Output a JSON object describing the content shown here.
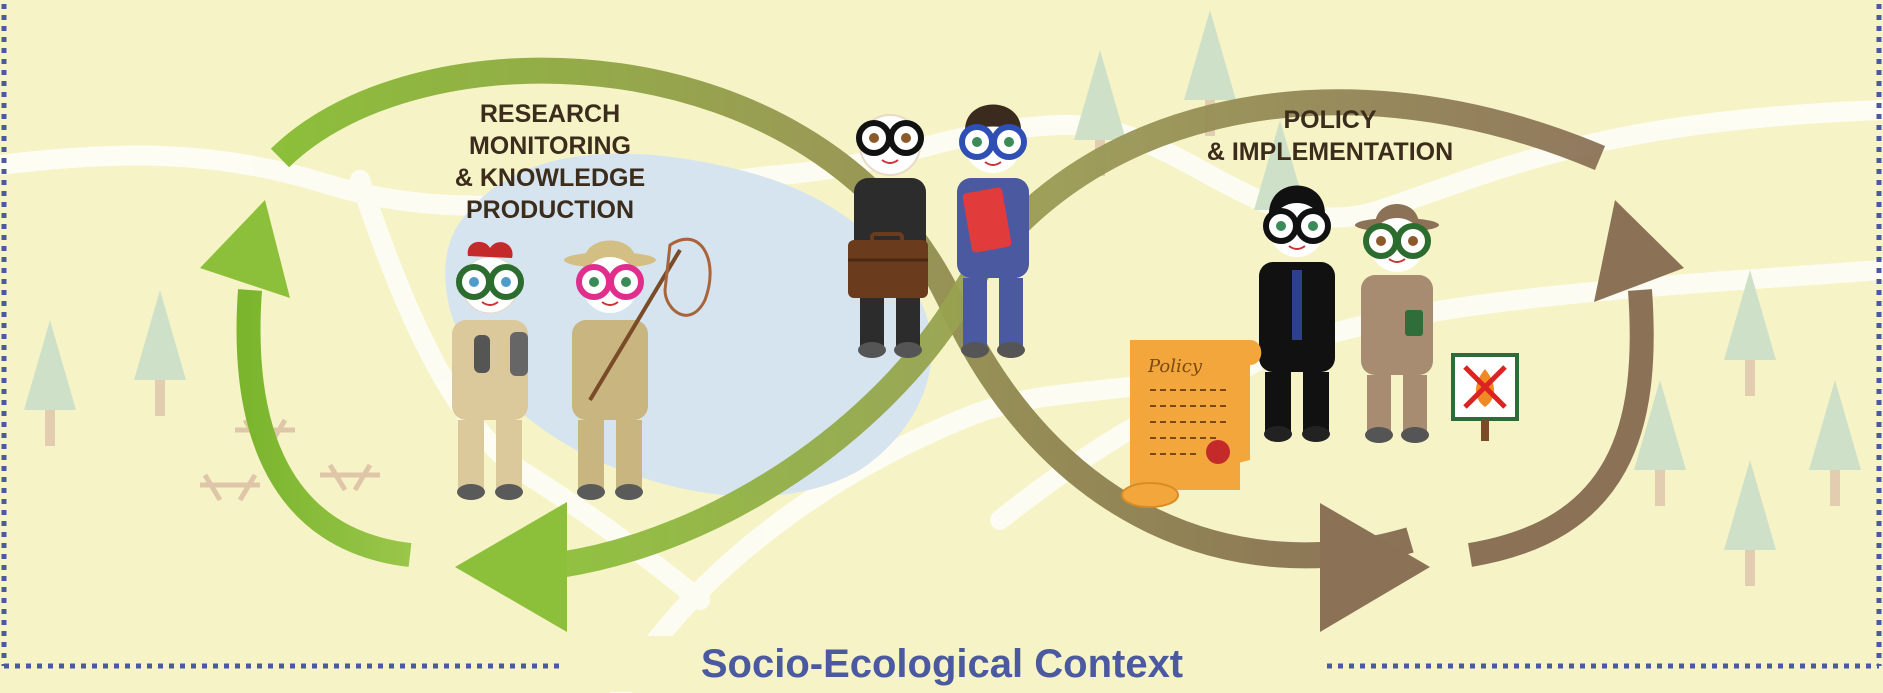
{
  "diagram": {
    "research_lines": [
      "RESEARCH",
      "MONITORING",
      "& KNOWLEDGE",
      "PRODUCTION"
    ],
    "policy_lines": [
      "POLICY",
      "& IMPLEMENTATION"
    ],
    "context_title": "Socio-Ecological Context",
    "scroll_text": "Policy"
  },
  "colors": {
    "background": "#f6f4c6",
    "border_dots": "#4b5aa0",
    "green_arrow": "#8cbf3a",
    "brown_arrow": "#8b7257",
    "water": "#d6e4ef",
    "tree": "#cfe0c9",
    "path": "#ffffff"
  },
  "icons": [
    "binoculars-icon",
    "butterfly-net-icon",
    "briefcase-icon",
    "clipboard-icon",
    "policy-scroll-icon",
    "no-campfire-sign-icon",
    "tree-icon",
    "picnic-table-icon"
  ]
}
